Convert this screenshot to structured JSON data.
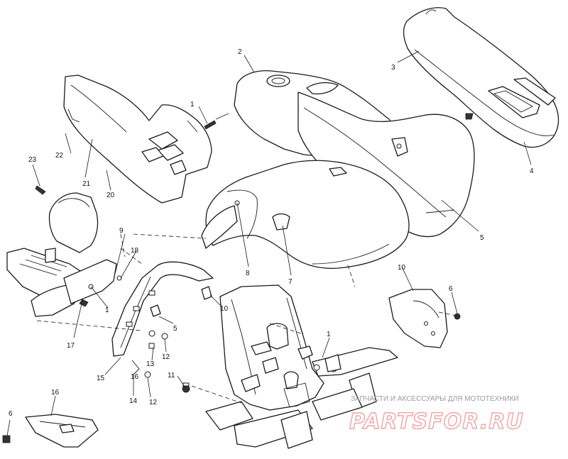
{
  "callouts": [
    {
      "id": "c1a",
      "text": "1"
    },
    {
      "id": "c2",
      "text": "2"
    },
    {
      "id": "c3",
      "text": "3"
    },
    {
      "id": "c4",
      "text": "4"
    },
    {
      "id": "c5a",
      "text": "5"
    },
    {
      "id": "c5b",
      "text": "5"
    },
    {
      "id": "c6a",
      "text": "6"
    },
    {
      "id": "c6b",
      "text": "6"
    },
    {
      "id": "c7",
      "text": "7"
    },
    {
      "id": "c8",
      "text": "8"
    },
    {
      "id": "c9",
      "text": "9"
    },
    {
      "id": "c10a",
      "text": "10"
    },
    {
      "id": "c10b",
      "text": "10"
    },
    {
      "id": "c11",
      "text": "11"
    },
    {
      "id": "c12a",
      "text": "12"
    },
    {
      "id": "c12b",
      "text": "12"
    },
    {
      "id": "c13",
      "text": "13"
    },
    {
      "id": "c14",
      "text": "14"
    },
    {
      "id": "c15",
      "text": "15"
    },
    {
      "id": "c16",
      "text": "16"
    },
    {
      "id": "c17",
      "text": "17"
    },
    {
      "id": "c18",
      "text": "18"
    },
    {
      "id": "c20",
      "text": "20"
    },
    {
      "id": "c21",
      "text": "21"
    },
    {
      "id": "c22",
      "text": "22"
    },
    {
      "id": "c23",
      "text": "23"
    },
    {
      "id": "c1b",
      "text": "1"
    },
    {
      "id": "c1c",
      "text": "1"
    },
    {
      "id": "c16b",
      "text": "16"
    }
  ],
  "watermark": {
    "tagline": "ЗАПЧАСТИ И АКСЕССУАРЫ ДЛЯ МОТОТЕХНИКИ",
    "logo": "PARTSFOR.RU"
  }
}
